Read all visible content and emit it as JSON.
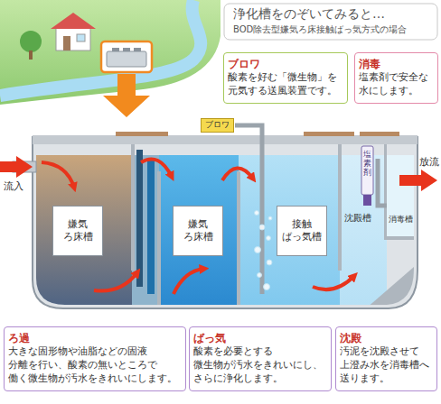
{
  "diagram": {
    "title": "浄化槽をのぞいてみると…",
    "nodes": [
      {
        "text": [
          "ブロワ",
          "酸素を好む「微生物」を 元気する送風装置です。"
        ]
      },
      {
        "text": [
          "消毒",
          "塩素剤で安全な 水にします。"
        ]
      },
      {
        "text": [
          "ブロワ"
        ]
      },
      {
        "text": [
          "嫌気 ろ床槽"
        ]
      },
      {
        "text": [
          "嫌気 ろ床槽"
        ]
      },
      {
        "text": [
          "接触 ばっ気槽"
        ]
      },
      {
        "text": [
          "ろ過",
          "大きな固形物や油脂などの固液 分離を行い、酸素の無いところで 働く微生物が汚水をきれいにします。"
        ]
      },
      {
        "text": [
          "ばっ気",
          "酸素を必要とする 微生物が汚水をきれいにし、 さらに浄化します。"
        ]
      },
      {
        "text": [
          "沈殿",
          "汚泥を沈殿させて 上澄み水を消毒槽へ 送ります。"
        ]
      }
    ],
    "labels": [
      "BOD除去型嫌気ろ床接触ばっ気方式の場合",
      "流入",
      "放流",
      "沈殿槽",
      "塩素剤",
      "消毒槽"
    ]
  }
}
